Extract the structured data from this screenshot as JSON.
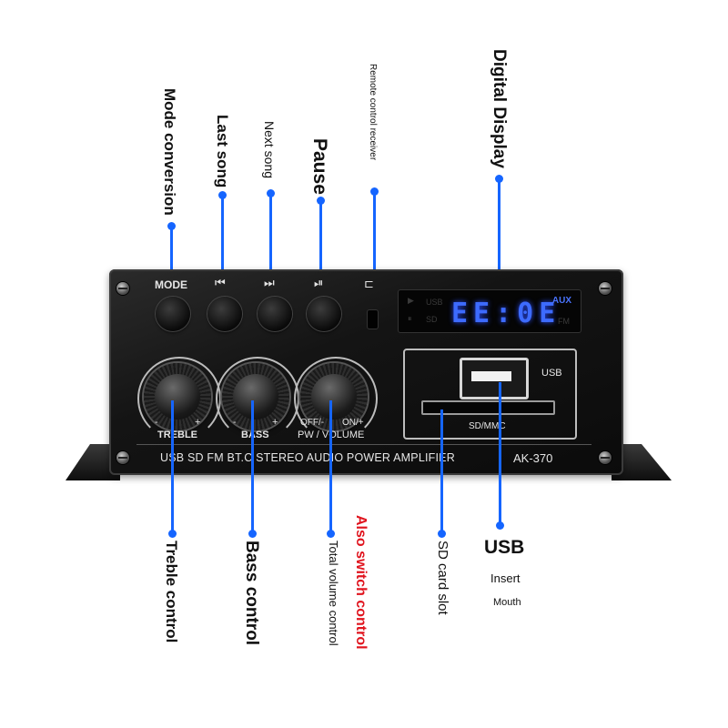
{
  "callouts_top": {
    "mode_conversion": "Mode conversion",
    "last_song": "Last song",
    "next_song": "Next song",
    "pause": "Pause",
    "remote_receiver": "Remote control receiver",
    "digital_display": "Digital Display"
  },
  "callouts_bottom": {
    "treble_control": "Treble control",
    "bass_control": "Bass control",
    "total_volume_control": "Total volume control",
    "also_switch_control": "Also switch control",
    "sd_card_slot": "SD card slot",
    "usb": "USB",
    "insert": "Insert",
    "mouth": "Mouth"
  },
  "panel": {
    "mode_label": "MODE",
    "prev_symbol": "⏮",
    "next_symbol": "⏭",
    "play_pause_symbol": "⏯",
    "treble_label": "TREBLE",
    "bass_label": "BASS",
    "volume_label": "PW / VOLUME",
    "off_label": "OFF/-",
    "on_label": "ON/+",
    "minus": "-",
    "plus": "+",
    "display_digits": "EE:0E",
    "display_aux": "AUX",
    "display_usb": "USB",
    "display_sd": "SD",
    "display_fm": "FM",
    "usb_port_label": "USB",
    "sd_label": "SD/MMC",
    "footer_text": "USB SD FM BT.C STEREO AUDIO POWER AMPLIFIER",
    "model": "AK-370"
  },
  "colors": {
    "leader_line": "#1565ff",
    "warning_text": "#e0141e",
    "display_glow": "#3d6bff"
  }
}
